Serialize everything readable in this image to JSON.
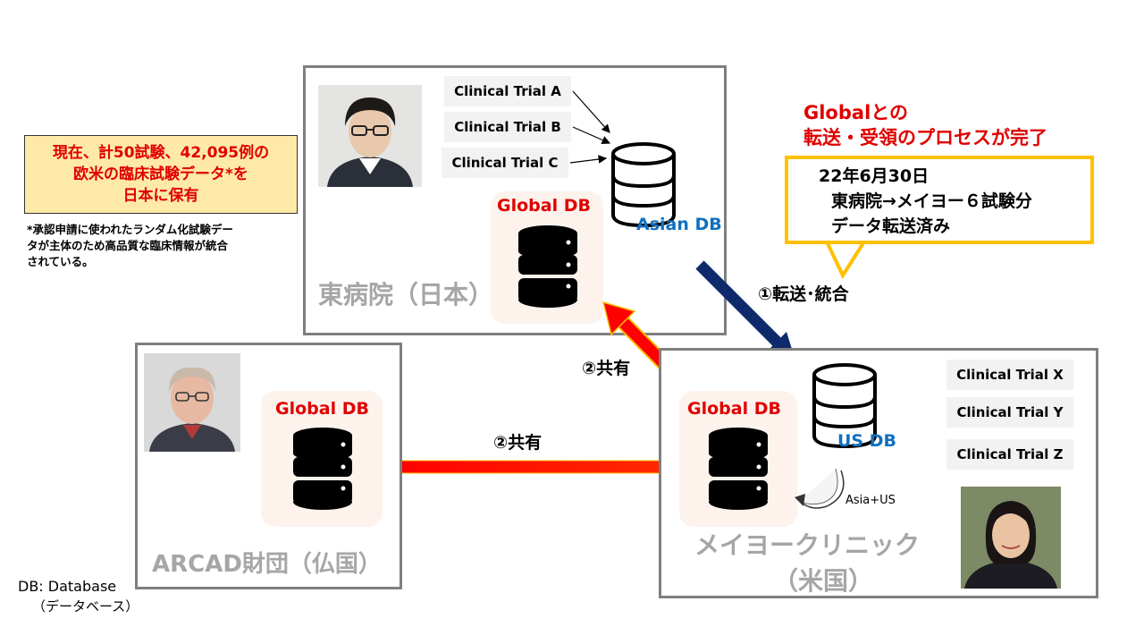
{
  "summary_box": {
    "lines": [
      "現在、計50試験、42,095例の",
      "欧米の臨床試験データ*を",
      "日本に保有"
    ]
  },
  "footnote": {
    "lines": [
      "*承認申請に使われたランダム化試験デー",
      "タが主体のため高品質な臨床情報が統合",
      "されている。"
    ]
  },
  "east_hospital": {
    "trials": [
      "Clinical Trial A",
      "Clinical Trial B",
      "Clinical Trial C"
    ],
    "asian_db_label": "Asian DB",
    "global_db_label": "Global DB",
    "site_name": "東病院（日本）"
  },
  "mayo": {
    "trials": [
      "Clinical Trial X",
      "Clinical Trial Y",
      "Clinical Trial Z"
    ],
    "us_db_label": "US DB",
    "global_db_label": "Global DB",
    "merge_label": "Asia+US",
    "site_name_line1": "メイヨークリニック",
    "site_name_line2": "（米国）"
  },
  "arcad": {
    "global_db_label": "Global DB",
    "site_name": "ARCAD財団（仏国）"
  },
  "arrows": {
    "transfer_label": "①転送･統合",
    "share_label_upper": "②共有",
    "share_label_lower": "②共有"
  },
  "status": {
    "headline_line1": "Globalとの",
    "headline_line2": "転送・受領のプロセスが完了",
    "callout_lines": [
      "22年6月30日",
      "東病院→メイヨー６試験分",
      "データ転送済み"
    ]
  },
  "legend": {
    "line1": "DB: Database",
    "line2": "（データベース）"
  },
  "colors": {
    "accent_red": "#e00000",
    "db_blue": "#1070c0",
    "callout_border": "#ffc000",
    "summary_fill": "#ffe9a8",
    "arrow_navy": "#0e2a6b",
    "frame_gray": "#7f7f7f"
  }
}
